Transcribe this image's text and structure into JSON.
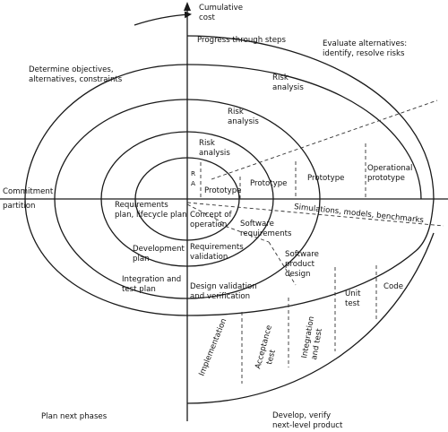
{
  "axes": {
    "y_label": [
      "Cumulative",
      "cost"
    ],
    "x_label": [
      "Commitment",
      "partition"
    ]
  },
  "quadrants": {
    "top_left": [
      "Determine objectives,",
      "alternatives, constraints"
    ],
    "top_right": [
      "Evaluate alternatives:",
      "identify, resolve risks"
    ],
    "bottom_left": [
      "Plan next phases"
    ],
    "bottom_right": [
      "Develop, verify",
      "next-level product"
    ]
  },
  "progress": "Progress through steps",
  "risk": {
    "outer": [
      "Risk",
      "analysis"
    ],
    "middle": [
      "Risk",
      "analysis"
    ],
    "inner": [
      "Risk",
      "analysis"
    ],
    "ra": [
      "R",
      "A"
    ]
  },
  "prototypes": {
    "p1": "Prototype",
    "p2": "Prototype",
    "p3": "Prototype",
    "operational": [
      "Operational",
      "prototype"
    ]
  },
  "simulations": "Simulations, models, benchmarks",
  "inner_items": {
    "concept": [
      "Concept of",
      "operation"
    ],
    "requirements_plan": [
      "Requirements",
      "plan, lifecycle plan"
    ],
    "software_requirements": [
      "Software",
      "requirements"
    ],
    "requirements_validation": [
      "Requirements",
      "validation"
    ],
    "development_plan": [
      "Development",
      "plan"
    ],
    "software_product_design": [
      "Software",
      "product",
      "design"
    ],
    "integration_plan": [
      "Integration and",
      "test plan"
    ],
    "design_validation": [
      "Design validation",
      "and verification"
    ]
  },
  "phases": {
    "code": "Code",
    "unit_test": [
      "Unit",
      "test"
    ],
    "integration_test": [
      "Integration",
      "and test"
    ],
    "acceptance_test": [
      "Acceptance",
      "test"
    ],
    "implementation": "Implementation"
  }
}
